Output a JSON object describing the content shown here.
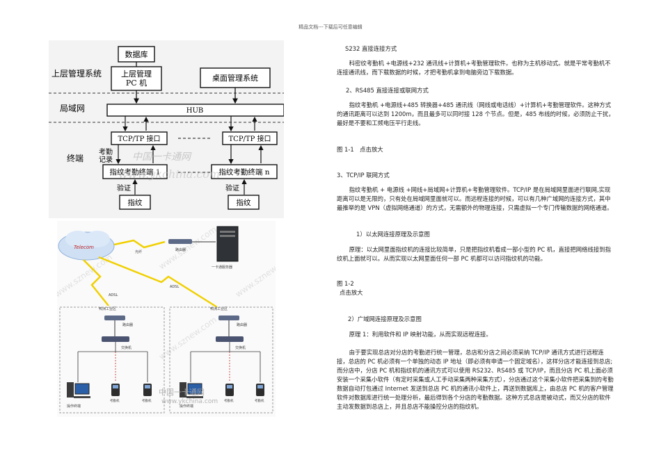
{
  "header": {
    "text": "精品文档---下载后可任意编辑"
  },
  "figure1": {
    "labels": {
      "upper_system": "上层管理系统",
      "lan": "局域网",
      "terminal": "终端",
      "database": "数据库",
      "upper_pc": "上层管理\nPC 机",
      "desktop_system": "桌面管理系统",
      "hub": "HUB",
      "tcp_left": "TCP/TP 接口",
      "tcp_right": "TCP/TP 接口",
      "attendance_record": "考勤\n记录",
      "terminal_1": "指纹考勤终端 1",
      "terminal_n": "指纹考勤终端 n",
      "verify_left": "验证",
      "verify_right": "验证",
      "fingerprint_left": "指纹",
      "fingerprint_right": "指纹"
    },
    "watermark_cn": "中国一卡通网",
    "watermark_url": "www.ykchina.com"
  },
  "figure2": {
    "labels": {
      "telecom": "Telecom",
      "fiber": "光纤",
      "router_top": "路由器",
      "server": "一卡通服务器",
      "adsl_left": "ADSL",
      "adsl_right": "ADSL",
      "branch_left": "鸭洲工业区",
      "branch_right": "鸭洲工业区",
      "router_left": "路由器",
      "router_right": "路由器",
      "switch_left": "交换机",
      "switch_right": "交换机",
      "workstation_left": "操作终端",
      "workstation_right": "操作终端",
      "device_left_a": "考勤机",
      "device_left_b": "考勤机",
      "device_right_a": "考勤机",
      "device_right_b": "考勤机"
    },
    "watermark_url": "www.sznew.com",
    "watermark_cn": "中国一卡通网",
    "watermark_url2": "www.ykchina.com"
  },
  "content": {
    "h_rs232": "S232 直接连接方式",
    "p_rs232": "科密纹考勤机 +电源线+232 通讯线+计算机+考勤管理软件。也称为主机移动式。就是平常考勤机不连接通讯线，而下载数据的时候，才把考勤机拿到电脑旁边下载数据。",
    "h_rs485": "2、RS485 直接连接或联网方式",
    "p_rs485": "指纹考勤机 +电源线+485 转换器+485 通讯线（网线或电话线）+计算机+考勤管理软件。这种方式的通讯距离可以达到 1200m，而且最多可以同时接 128 个节点。但是，485 布线的时候，必须防止干扰，最好是不要和工频电压平行走线。",
    "fig11": "图 1-1　点击放大",
    "h_tcpip": "3、TCP/IP 联网方式",
    "p_tcpip": "指纹考勤机 + 电源线 +网线+局域网+计算机+考勤管理软件。TCP/IP 是在局域网里面进行联网,实现距离可以是无限的，只有处在局域网里面就可以。而远程连接的时候，可以有几种广域网的连接方式，其中最推举的是 VPN（虚拟网络通道）的方式，无需额外的物理连接，只需虚拟一个专门传输数据的网络通道。",
    "h_ethernet": "1）以太网连接原理及示意图",
    "p_ethernet": "原理：以太网里面指纹机的连接比较简单，只是把指纹机看成一部小型的 PC 机，直接把网络线接到指纹机上面就可以。从而实现以太网里面任何一部 PC 机都可以访问指纹机的功能。",
    "fig12a": "图 1-2",
    "fig12b": "点击放大",
    "h_wan": "2）广域网连接原理及示意图",
    "p_wan1": "原理 1：利用软件和 IP 映射功能，从而实现远程连接。",
    "p_wan2": "由于要实现总店对分店的考勤进行统一管理，总店和分店之间必须采纳 TCP/IP 通讯方式进行远程连接，总店的 PC 机必须有一个单独的动态 IP 地址（即必须有申请一个固定域名），这样分店才能连接到总店;而分店中，分店 PC 机和指纹机的通讯方式可以使用 RS232、RS485 或 TCP/IP，而且分店 PC 机上面必须安装一个采集小软件（有定时采集或人工手动采集两种采集方式），分店通过这个采集小软件把采集到的考勤数据自动打包通过 Internet 发送到总店 PC 机的通讯小软件上，再送到数据库上，由总店 PC 机的客户管理软件对数据库进行统一处理分析，最后得到各个分店的考勤数据。这种方式总店是被动式，而又分店的软件主动发数据到总店上，并且总店不能操控分店的指纹机。"
  }
}
